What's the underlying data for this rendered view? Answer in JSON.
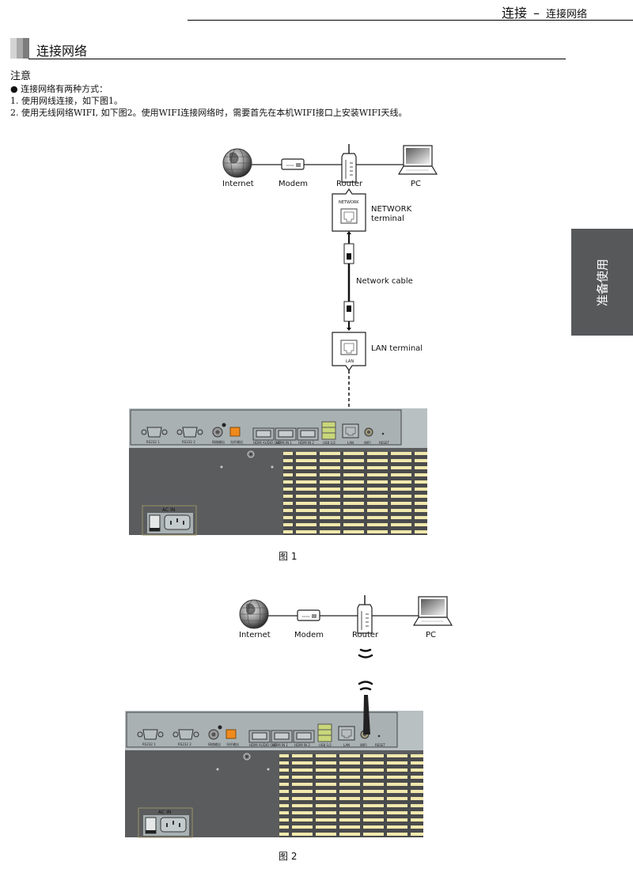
{
  "header": {
    "chapter": "连接",
    "separator": "–",
    "section": "连接网络"
  },
  "section": {
    "title": "连接网络"
  },
  "notes": {
    "heading": "注意",
    "bullet": "● 连接网络有两种方式：",
    "items": [
      "1. 使用网线连接，如下图1。",
      "2. 使用无线网络WIFI, 如下图2。使用WIFI连接网络时，需要首先在本机WIFI接口上安装WIFI天线。"
    ]
  },
  "side_tab": {
    "label": "准备使用"
  },
  "figure1": {
    "devices": [
      "Internet",
      "Modem",
      "Router",
      "PC"
    ],
    "network_terminal_label": "NETWORK",
    "network_terminal_caption_1": "NETWORK",
    "network_terminal_caption_2": "terminal",
    "cable_label": "Network cable",
    "lan_terminal_label": "LAN",
    "lan_terminal_caption": "LAN terminal",
    "caption": "图  1"
  },
  "figure2": {
    "devices": [
      "Internet",
      "Modem",
      "Router",
      "PC"
    ],
    "caption": "图  2"
  },
  "panel": {
    "ports": [
      "RS232 1",
      "RS232 2",
      "网络输出",
      "光纤输出",
      "HDMI AUDIO OUT",
      "HDMI IN 1",
      "HDMI IN 2",
      "USB 1/2",
      "LAN",
      "WIFI",
      "RESET"
    ],
    "ac_in": "AC IN",
    "colors": {
      "panel": "#a9b1b3",
      "body": "#5b5c5e",
      "vent": "#f0e6a8",
      "optical": "#f08a1c",
      "usb": "#c9d77a"
    }
  }
}
